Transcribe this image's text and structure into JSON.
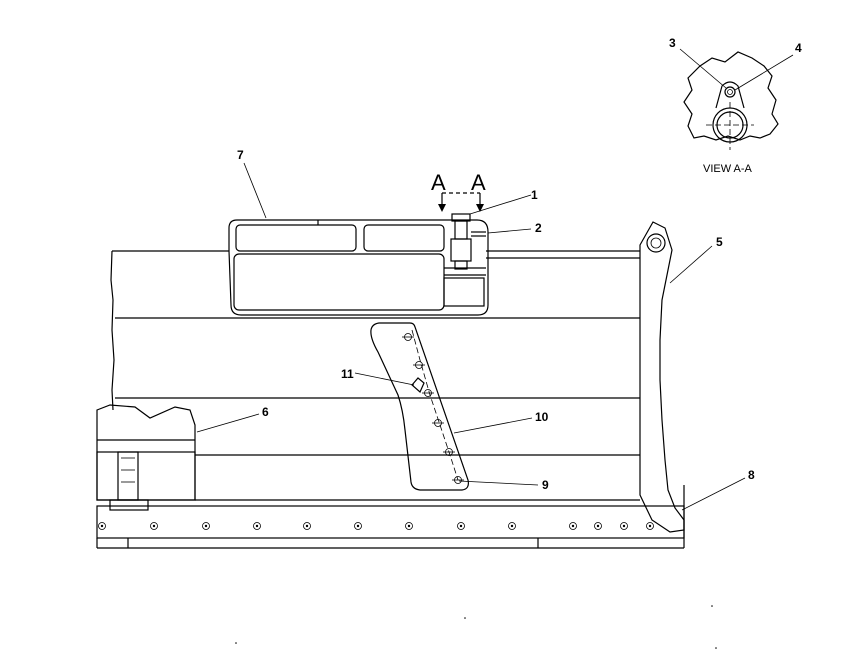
{
  "callouts": {
    "c1": "1",
    "c2": "2",
    "c3": "3",
    "c4": "4",
    "c5": "5",
    "c6": "6",
    "c7": "7",
    "c8": "8",
    "c9": "9",
    "c10": "10",
    "c11": "11"
  },
  "section": {
    "left": "A",
    "right": "A"
  },
  "view_label": "VIEW  A-A"
}
